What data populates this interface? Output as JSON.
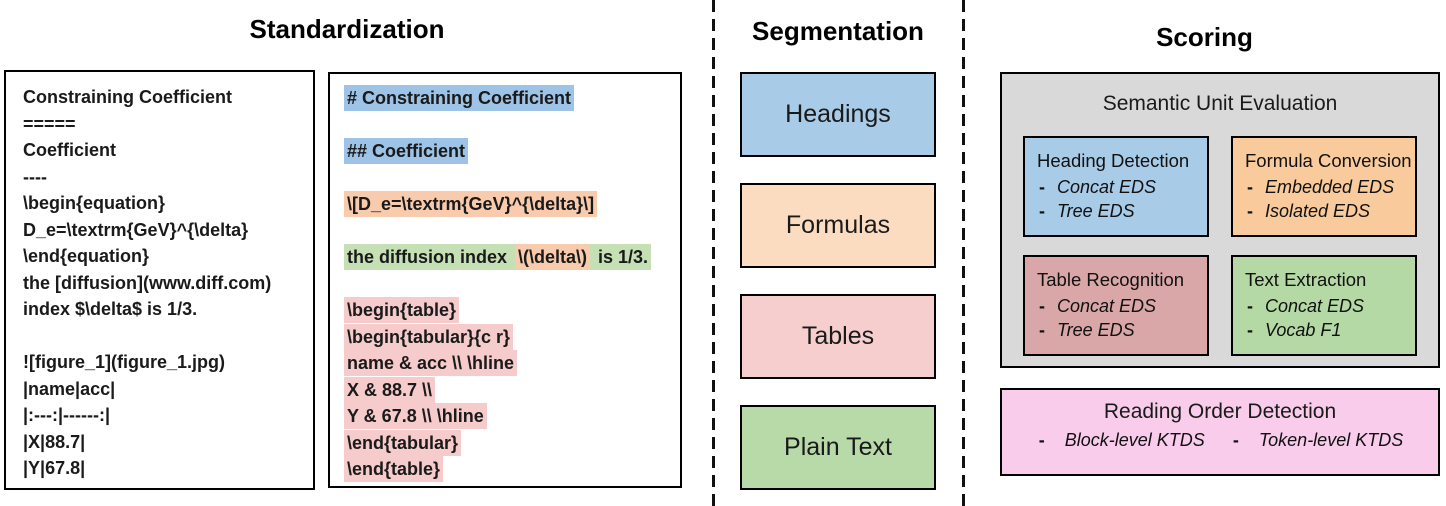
{
  "colors": {
    "highlight_blue": "#9DC3E6",
    "highlight_orange": "#F8CBAD",
    "highlight_green": "#C5E0B4",
    "highlight_pink": "#F5CBCB",
    "panel_gray": "#D9D9D9",
    "panel_pink": "#F9CCEC"
  },
  "sections": {
    "standardization": {
      "title": "Standardization"
    },
    "segmentation": {
      "title": "Segmentation"
    },
    "scoring": {
      "title": "Scoring"
    }
  },
  "source_box": {
    "lines": [
      "Constraining Coefficient",
      "=====",
      "Coefficient",
      "----",
      "\\begin{equation}",
      "D_e=\\textrm{GeV}^{\\delta}",
      "\\end{equation}",
      "the [diffusion](www.diff.com)",
      "index $\\delta$ is 1/3.",
      "",
      "![figure_1](figure_1.jpg)",
      "|name|acc|",
      "|:---:|------:|",
      "|X|88.7|",
      "|Y|67.8|"
    ]
  },
  "standardized_box": {
    "lines": [
      [
        {
          "t": "# Constraining Coefficient",
          "h": "blue"
        }
      ],
      [],
      [
        {
          "t": "## Coefficient",
          "h": "blue"
        }
      ],
      [],
      [
        {
          "t": "\\[D_e=\\textrm{GeV}^{\\delta}\\]",
          "h": "orange"
        }
      ],
      [],
      [
        {
          "t": "the diffusion index ",
          "h": "green"
        },
        {
          "t": "\\(\\delta\\)",
          "h": "orange"
        },
        {
          "t": " is 1/3.",
          "h": "green"
        }
      ],
      [],
      [
        {
          "t": "\\begin{table}",
          "h": "pink"
        }
      ],
      [
        {
          "t": "\\begin{tabular}{c r}",
          "h": "pink"
        }
      ],
      [
        {
          "t": "name & acc \\\\ \\hline",
          "h": "pink"
        }
      ],
      [
        {
          "t": "X & 88.7 \\\\",
          "h": "pink"
        }
      ],
      [
        {
          "t": "Y & 67.8 \\\\ \\hline",
          "h": "pink"
        }
      ],
      [
        {
          "t": "\\end{tabular}",
          "h": "pink"
        }
      ],
      [
        {
          "t": "\\end{table}",
          "h": "pink"
        }
      ]
    ]
  },
  "segmentation": {
    "boxes": [
      {
        "label": "Headings",
        "fill": "#A8CBE8"
      },
      {
        "label": "Formulas",
        "fill": "#FBDCC1"
      },
      {
        "label": "Tables",
        "fill": "#F6CECE"
      },
      {
        "label": "Plain Text",
        "fill": "#B8D9A8"
      }
    ]
  },
  "scoring": {
    "semantic_unit": {
      "title": "Semantic Unit Evaluation",
      "cards": [
        {
          "title": "Heading Detection",
          "metrics": [
            "Concat EDS",
            "Tree EDS"
          ],
          "fill": "#A8CBE8"
        },
        {
          "title": "Formula Conversion",
          "metrics": [
            "Embedded EDS",
            "Isolated EDS"
          ],
          "fill": "#F9CB9C"
        },
        {
          "title": "Table Recognition",
          "metrics": [
            "Concat EDS",
            "Tree EDS"
          ],
          "fill": "#D9A7A7"
        },
        {
          "title": "Text Extraction",
          "metrics": [
            "Concat EDS",
            "Vocab F1"
          ],
          "fill": "#B4D9A4"
        }
      ]
    },
    "reading_order": {
      "title": "Reading Order Detection",
      "metrics": [
        "Block-level KTDS",
        "Token-level KTDS"
      ]
    }
  }
}
